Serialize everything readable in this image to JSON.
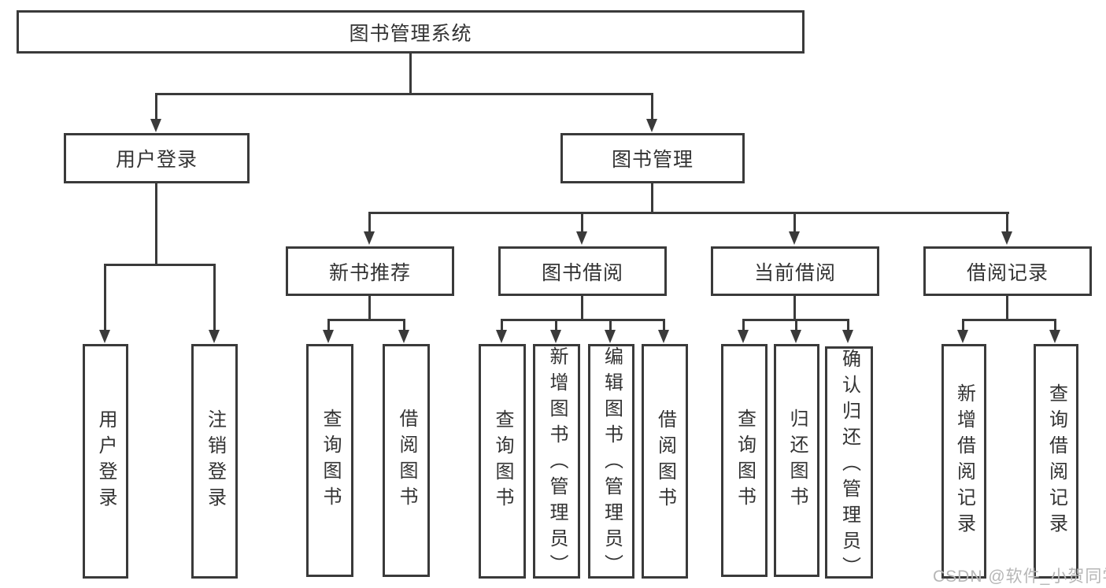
{
  "diagram": {
    "colors": {
      "line": "#3a3a3a",
      "box_border": "#3a3a3a",
      "text": "#333333",
      "watermark": "#b6b6b6",
      "background": "#ffffff"
    },
    "root": {
      "label": "图书管理系统"
    },
    "branches": [
      {
        "label": "用户登录",
        "children": [
          {
            "label": "用户登录"
          },
          {
            "label": "注销登录"
          }
        ]
      },
      {
        "label": "图书管理",
        "sections": [
          {
            "label": "新书推荐",
            "children": [
              {
                "label": "查询图书"
              },
              {
                "label": "借阅图书"
              }
            ]
          },
          {
            "label": "图书借阅",
            "children": [
              {
                "label": "查询图书"
              },
              {
                "label": "新增图书（管理员）"
              },
              {
                "label": "编辑图书（管理员）"
              },
              {
                "label": "借阅图书"
              }
            ]
          },
          {
            "label": "当前借阅",
            "children": [
              {
                "label": "查询图书"
              },
              {
                "label": "归还图书"
              },
              {
                "label": "确认归还（管理员）"
              }
            ]
          },
          {
            "label": "借阅记录",
            "children": [
              {
                "label": "新增借阅记录"
              },
              {
                "label": "查询借阅记录"
              }
            ]
          }
        ]
      }
    ],
    "watermark": "CSDN @软件_小贺同学"
  }
}
